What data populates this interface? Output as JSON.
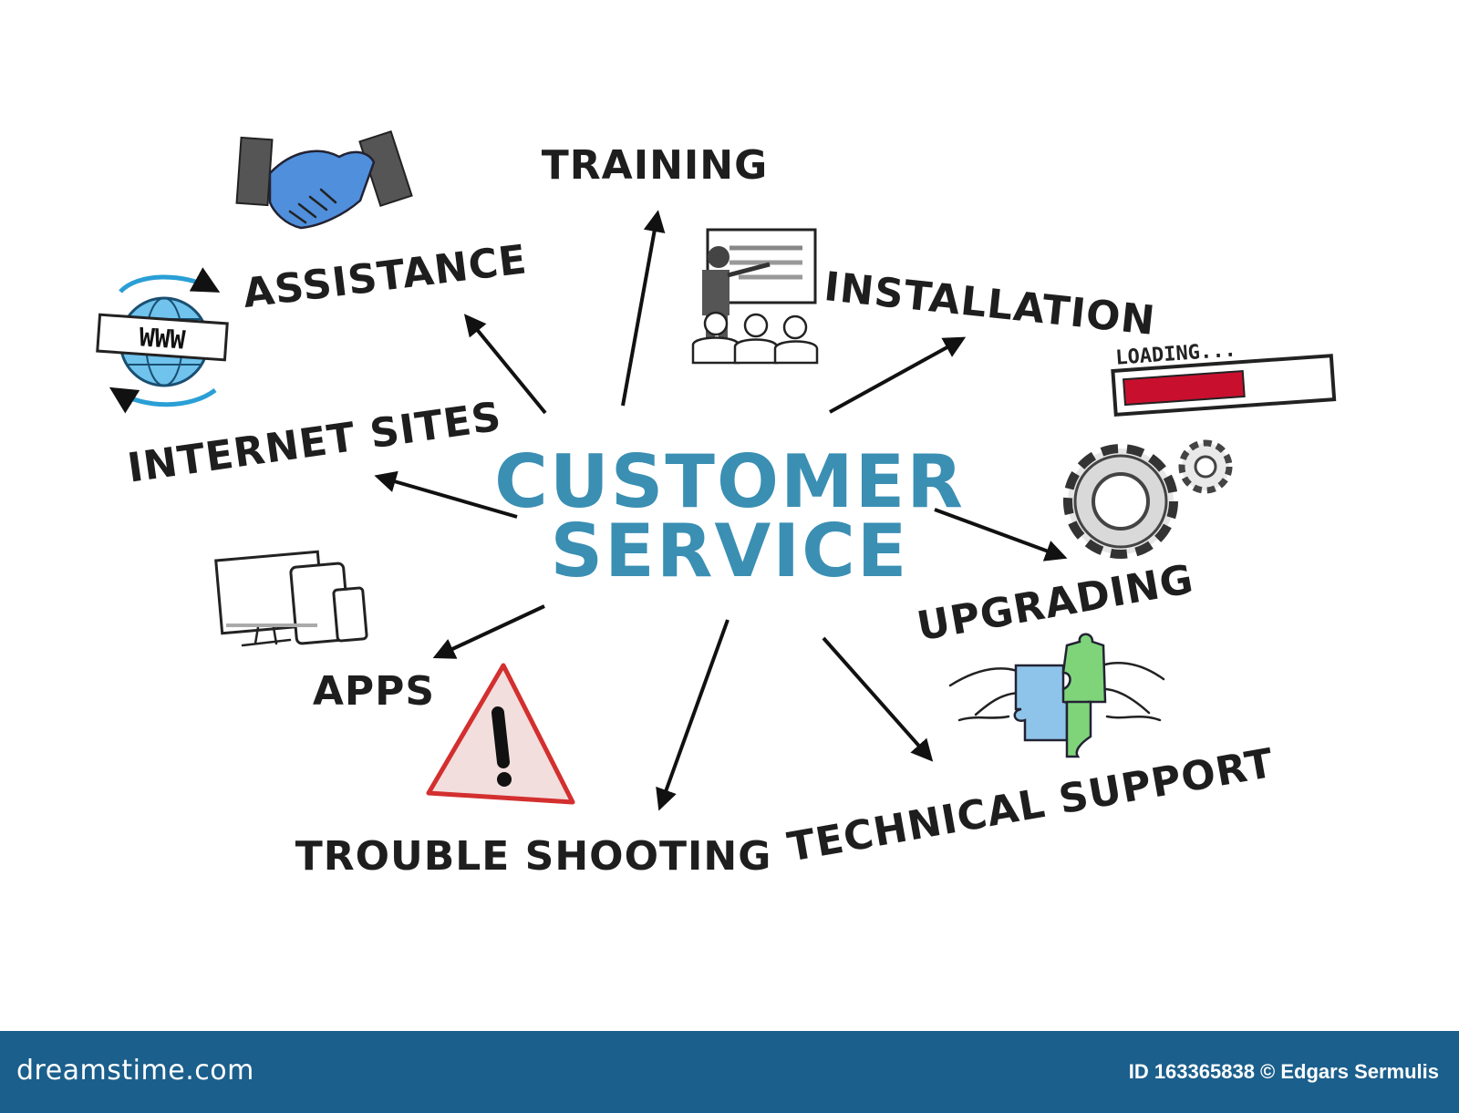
{
  "center": {
    "line1": "CUSTOMER",
    "line2": "SERVICE"
  },
  "nodes": {
    "training": "TRAINING",
    "assistance": "ASSISTANCE",
    "installation": "INSTALLATION",
    "internet_sites": "INTERNET SITES",
    "upgrading": "UPGRADING",
    "apps": "APPS",
    "technical_support": "TECHNICAL SUPPORT",
    "trouble_shooting": "TROUBLE SHOOTING"
  },
  "icons": {
    "www_label": "WWW",
    "loading_label": "LOADING...",
    "loading_progress": 0.6,
    "names": [
      "handshake-icon",
      "www-globe-icon",
      "presentation-icon",
      "loading-bar-icon",
      "gears-icon",
      "devices-icon",
      "warning-icon",
      "puzzle-hands-icon"
    ]
  },
  "colors": {
    "center_text": "#3a8fb3",
    "label_text": "#1e1e1e",
    "footer_bg": "#1b5f8c",
    "warning_red": "#d32f2f",
    "loading_red": "#c8102e",
    "handshake_blue": "#4f8fdc",
    "puzzle_blue": "#8fc4ea",
    "puzzle_green": "#7fd47a",
    "globe_blue": "#2a9fd6"
  },
  "footer": {
    "brand": "dreamstime.com",
    "credit": "ID 163365838 © Edgars Sermulis"
  }
}
